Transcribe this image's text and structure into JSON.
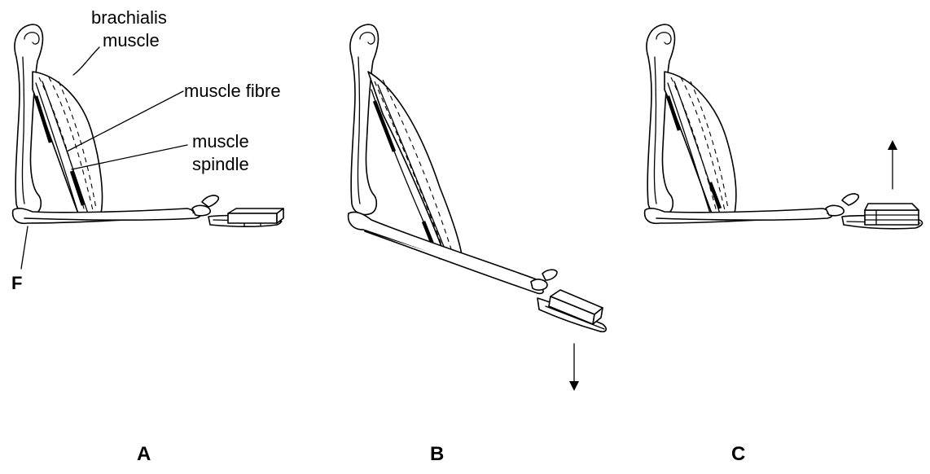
{
  "labels": {
    "brachialis": "brachialis",
    "muscle_word": "muscle",
    "muscle_fibre": "muscle fibre",
    "muscle_spindle_1": "muscle",
    "muscle_spindle_2": "spindle",
    "fulcrum": "F"
  },
  "panels": [
    {
      "id": "A",
      "label": "A"
    },
    {
      "id": "B",
      "label": "B"
    },
    {
      "id": "C",
      "label": "C"
    }
  ],
  "icons": {
    "load_arrow_b": "arrow-down-icon",
    "load_arrow_c": "arrow-up-icon"
  }
}
